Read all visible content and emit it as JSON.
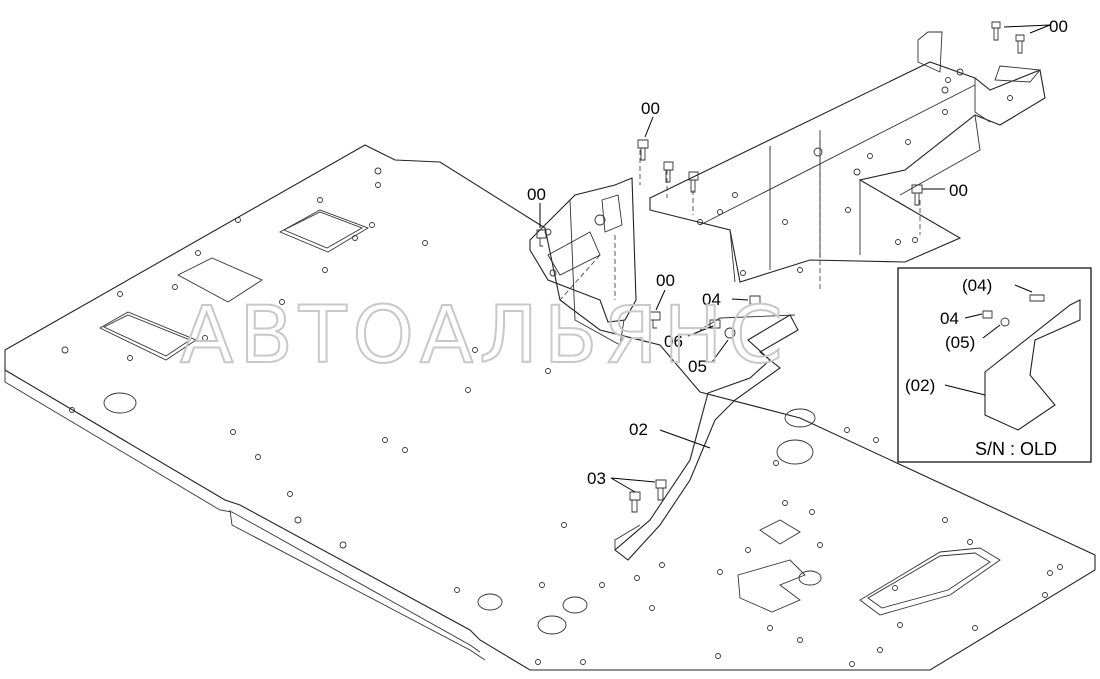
{
  "watermark": "АВТОАЛЬЯНС",
  "inset": {
    "note": "S/N : OLD"
  },
  "callouts": [
    {
      "id": "c1",
      "label": "00"
    },
    {
      "id": "c2",
      "label": "00"
    },
    {
      "id": "c3",
      "label": "00"
    },
    {
      "id": "c4",
      "label": "00"
    },
    {
      "id": "c5",
      "label": "00"
    },
    {
      "id": "c6",
      "label": "04"
    },
    {
      "id": "c7",
      "label": "06"
    },
    {
      "id": "c8",
      "label": "05"
    },
    {
      "id": "c9",
      "label": "02"
    },
    {
      "id": "c10",
      "label": "03"
    },
    {
      "id": "c11",
      "label": "(04)"
    },
    {
      "id": "c12",
      "label": "04"
    },
    {
      "id": "c13",
      "label": "(05)"
    },
    {
      "id": "c14",
      "label": "(02)"
    }
  ]
}
